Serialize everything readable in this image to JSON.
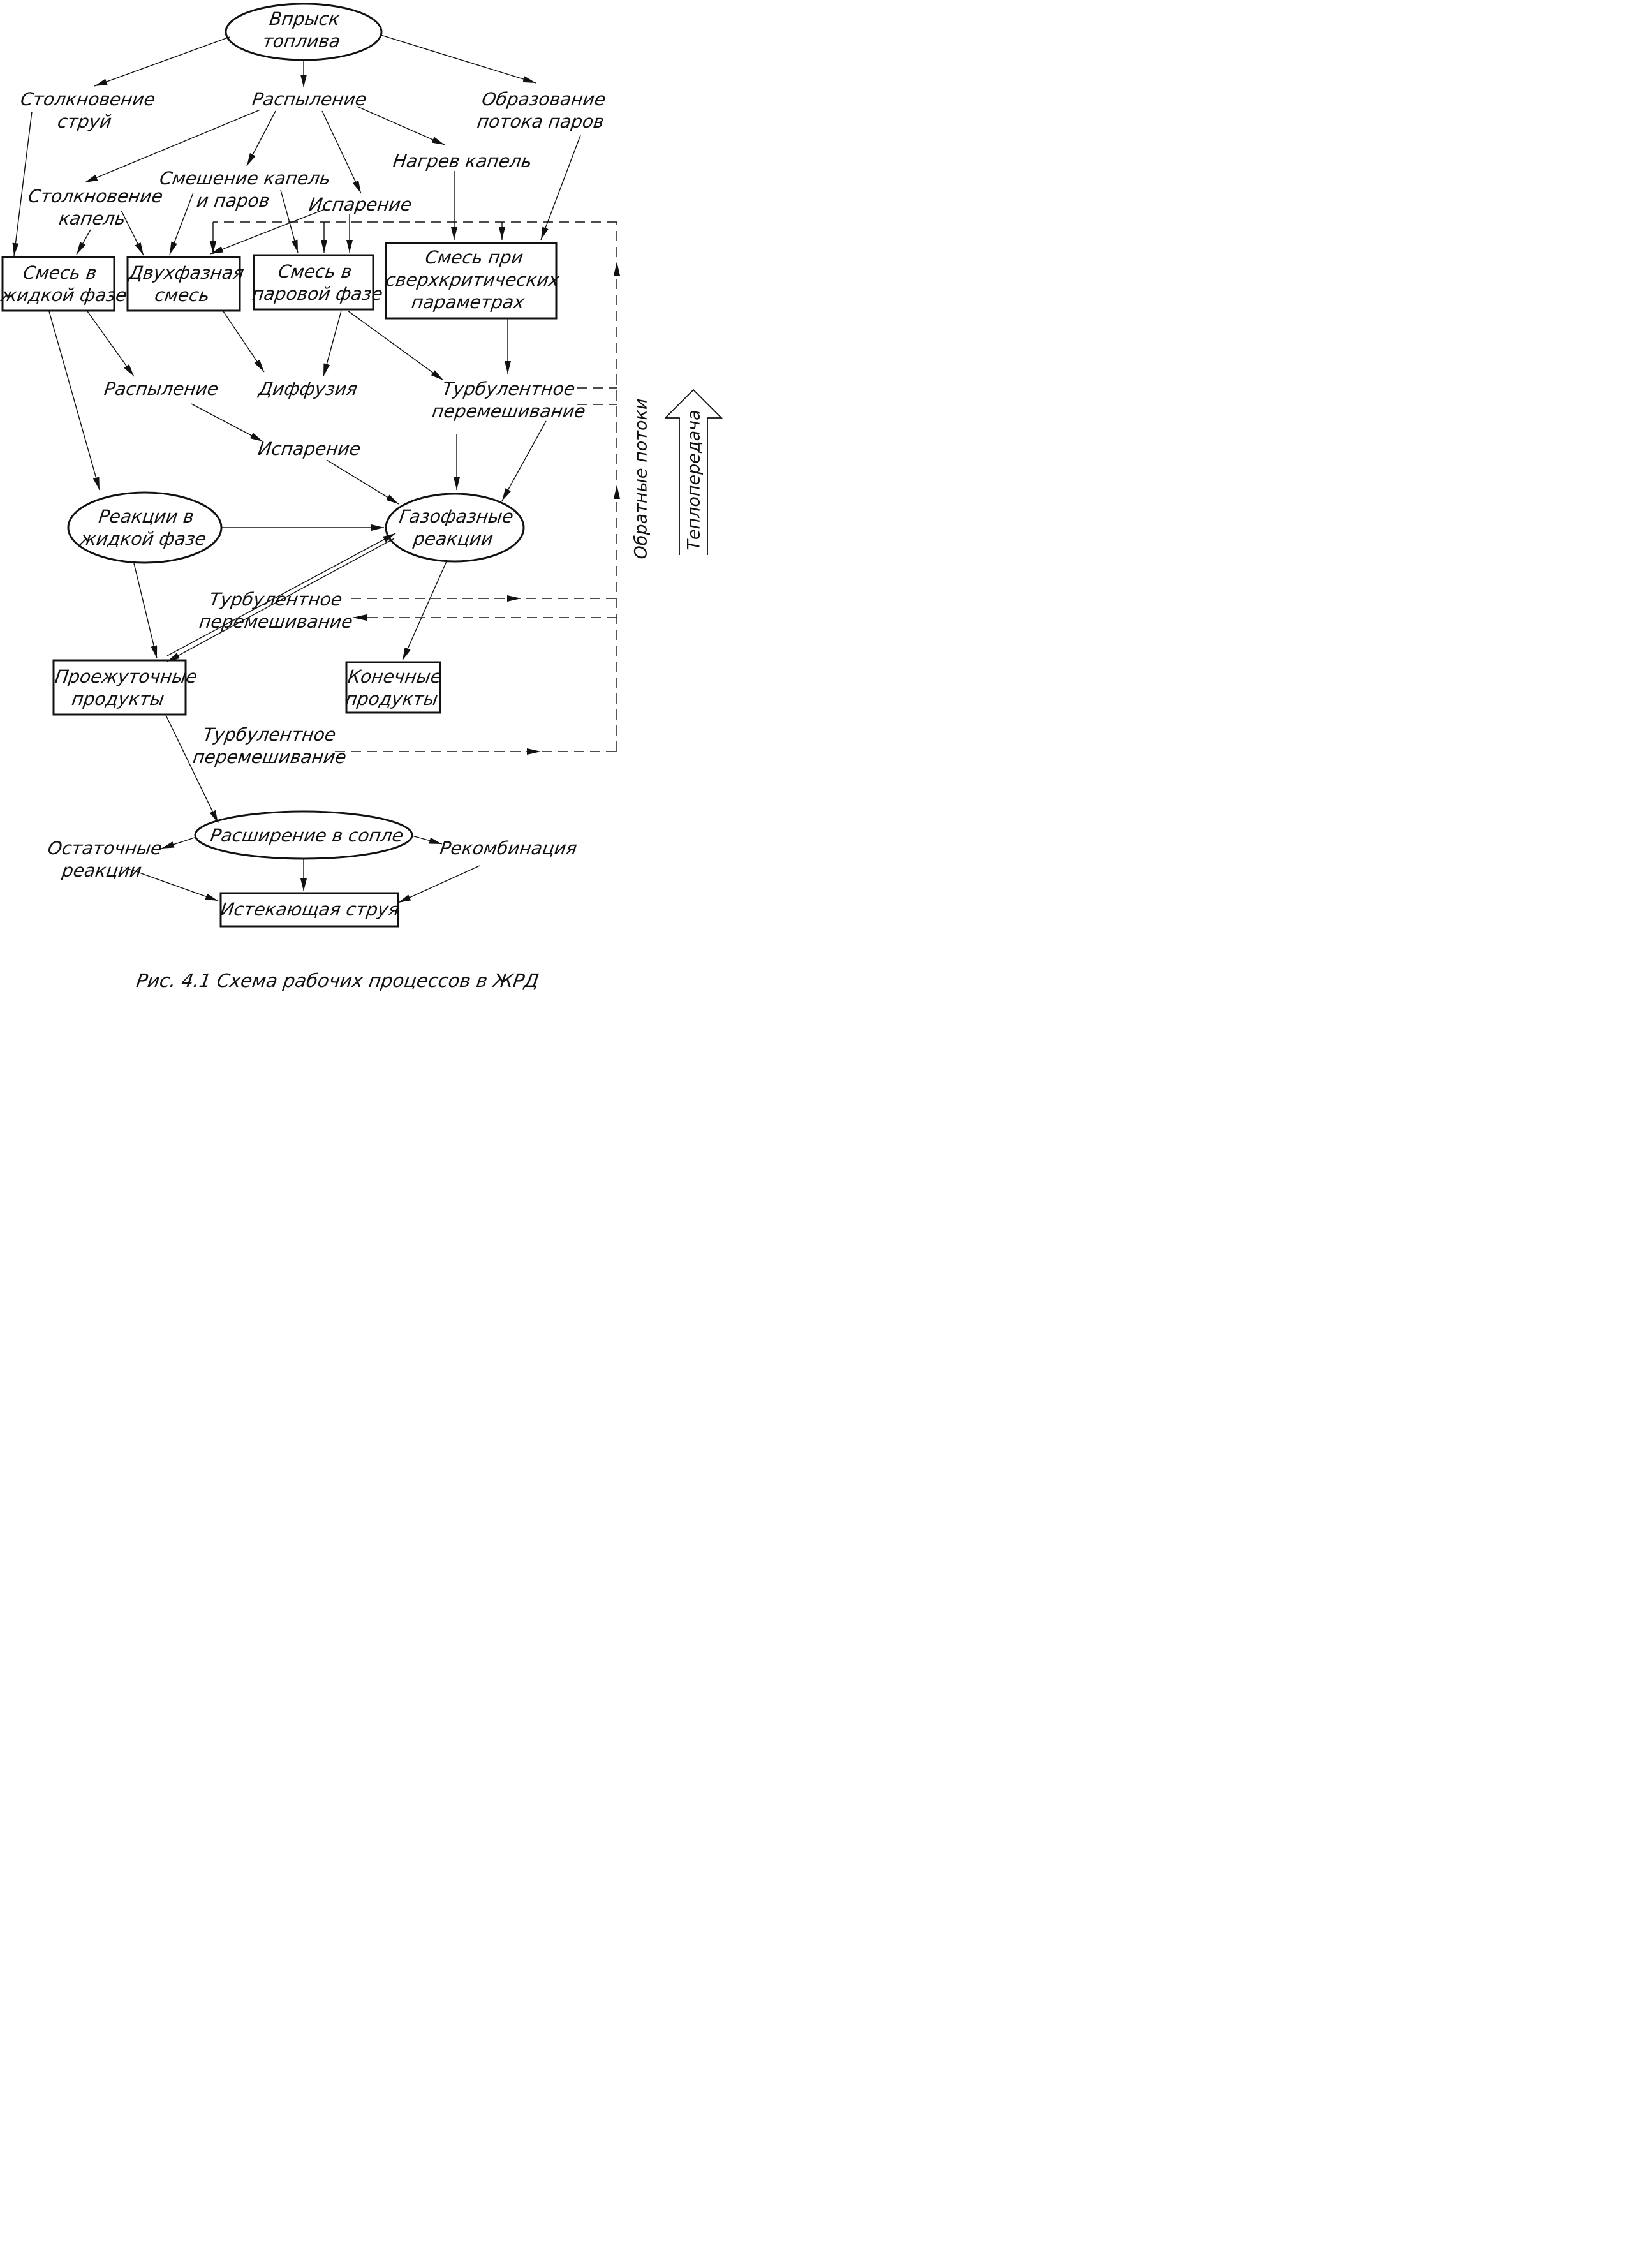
{
  "nodes": {
    "fuel_injection": [
      "Впрыск",
      "топлива"
    ],
    "jet_collision": [
      "Столкновение",
      "струй"
    ],
    "atomization_top": [
      "Распыление"
    ],
    "vapor_flow": [
      "Образование",
      "потока паров"
    ],
    "droplet_heating": [
      "Нагрев капель"
    ],
    "droplet_vapor_mixing": [
      "Смешение капель",
      "и паров"
    ],
    "droplet_collision": [
      "Столкновение",
      "капель"
    ],
    "evaporation_top": [
      "Испарение"
    ],
    "liquid_mix": [
      "Смесь в",
      "жидкой фазе"
    ],
    "two_phase_mix": [
      "Двухфазная",
      "смесь"
    ],
    "vapor_mix": [
      "Смесь в",
      "паровой фазе"
    ],
    "supercritical_mix": [
      "Смесь при",
      "сверхкритических",
      "параметрах"
    ],
    "atomization_mid": [
      "Распыление"
    ],
    "diffusion": [
      "Диффузия"
    ],
    "turbulent_mix_top": [
      "Турбулентное",
      "перемешивание"
    ],
    "evaporation_mid": [
      "Испарение"
    ],
    "liquid_reactions": [
      "Реакции в",
      "жидкой фазе"
    ],
    "gas_reactions": [
      "Газофазные",
      "реакции"
    ],
    "turbulent_mix_mid": [
      "Турбулентное",
      "перемешивание"
    ],
    "intermediate_products": [
      "Проежуточные",
      "продукты"
    ],
    "final_products": [
      "Конечные",
      "продукты"
    ],
    "turbulent_mix_bottom": [
      "Турбулентное",
      "перемешивание"
    ],
    "nozzle_expansion": [
      "Расширение в сопле"
    ],
    "residual_reactions": [
      "Остаточные",
      "реакции"
    ],
    "recombination": [
      "Рекомбинация"
    ],
    "exhaust_jet": [
      "Истекающая струя"
    ]
  },
  "side": {
    "reverse_flows": "Обратные потоки",
    "heat_transfer": "Теплопередача"
  },
  "caption": "Рис. 4.1 Схема рабочих процессов в ЖРД"
}
